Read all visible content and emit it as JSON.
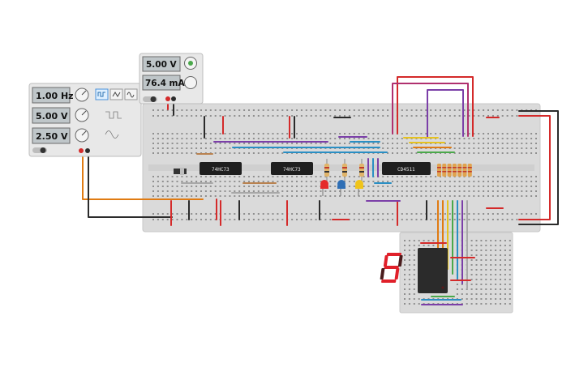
{
  "function_generator": {
    "frequency": "1.00 Hz",
    "amplitude": "5.00 V",
    "offset": "2.50 V",
    "waveforms": [
      "square-wave-icon",
      "triangle-wave-icon",
      "sine-wave-icon"
    ],
    "selected_waveform": "square-wave-icon"
  },
  "power_supply": {
    "voltage": "5.00 V",
    "current": "76.4 mA"
  },
  "chips": [
    {
      "label": "74HC73"
    },
    {
      "label": "74HC73"
    },
    {
      "label": "CD4511"
    }
  ],
  "display": {
    "digit": "5",
    "segment_color": "#e0202a"
  },
  "colors": {
    "breadboard": "#d9d9d9",
    "wire_red": "#d42a2a",
    "wire_black": "#2b2b2b",
    "wire_orange": "#e07b12",
    "wire_purple": "#7b3fa8",
    "wire_magenta": "#b0306f",
    "wire_blue": "#2a8fc4",
    "wire_green": "#4aa84a",
    "wire_yellow": "#e6c21f",
    "wire_gray": "#a8a8a8",
    "led_red": "#e52a2a",
    "led_blue": "#2f6fb5",
    "led_yellow": "#f0c419"
  }
}
